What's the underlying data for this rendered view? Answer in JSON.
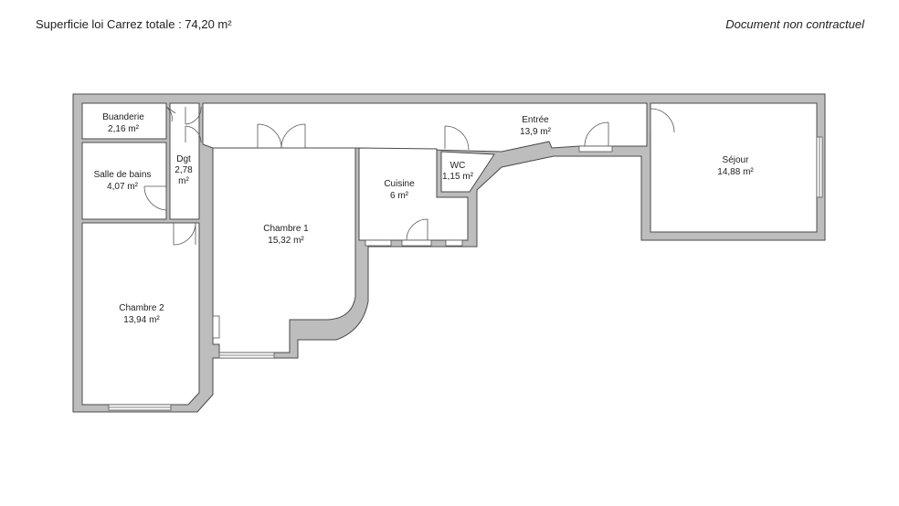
{
  "header": {
    "total_area": "Superficie loi Carrez totale : 74,20 m²",
    "disclaimer": "Document non contractuel"
  },
  "colors": {
    "wall": "#bdbdbd",
    "wall_edge": "#4a4a4a",
    "floor": "#ffffff",
    "line": "#555555"
  },
  "rooms": {
    "buanderie": {
      "name": "Buanderie",
      "area": "2,16 m²"
    },
    "salle_de_bains": {
      "name": "Salle de bains",
      "area": "4,07 m²"
    },
    "dgt": {
      "name": "Dgt",
      "area_1": "2,78",
      "area_2": "m²"
    },
    "chambre2": {
      "name": "Chambre 2",
      "area": "13,94 m²"
    },
    "chambre1": {
      "name": "Chambre 1",
      "area": "15,32 m²"
    },
    "cuisine": {
      "name": "Cuisine",
      "area": "6 m²"
    },
    "wc": {
      "name": "WC",
      "area": "1,15 m²"
    },
    "entree": {
      "name": "Entrée",
      "area": "13,9 m²"
    },
    "sejour": {
      "name": "Séjour",
      "area": "14,88 m²"
    }
  }
}
